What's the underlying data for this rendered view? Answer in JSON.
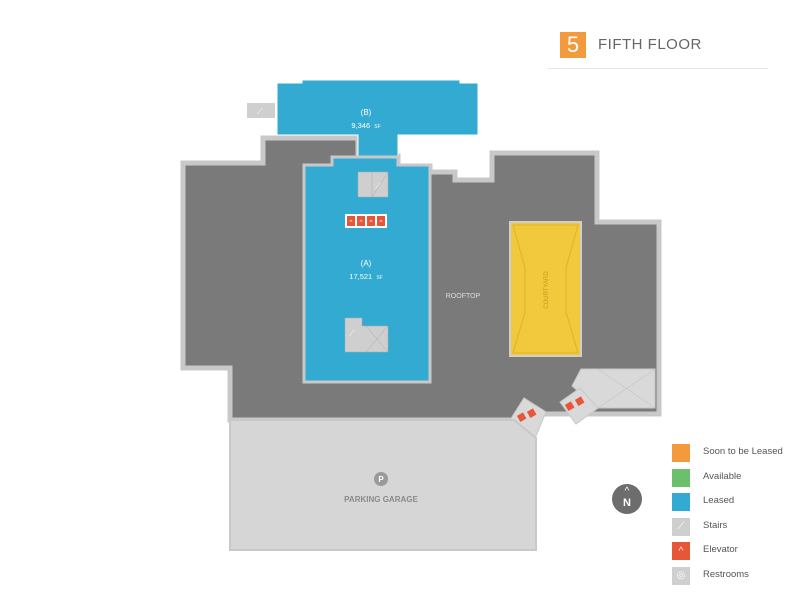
{
  "header": {
    "floor_number": "5",
    "floor_title": "FIFTH FLOOR"
  },
  "map": {
    "suite_b": {
      "label": "(B)",
      "size": "9,346",
      "unit": "SF"
    },
    "suite_a": {
      "label": "(A)",
      "size": "17,521",
      "unit": "SF"
    },
    "rooftop_label": "ROOFTOP",
    "courtyard_label": "COURTYARD",
    "parking_symbol": "P",
    "parking_label": "PARKING GARAGE",
    "compass_arrow": "^",
    "compass_letter": "N"
  },
  "legend": {
    "items": [
      {
        "label": "Soon to be Leased",
        "color": "#f39a3c",
        "icon": "swatch"
      },
      {
        "label": "Available",
        "color": "#6cc06c",
        "icon": "swatch"
      },
      {
        "label": "Leased",
        "color": "#33aad2",
        "icon": "swatch"
      },
      {
        "label": "Stairs",
        "color": "#cfcfcf",
        "icon": "stairs-icon"
      },
      {
        "label": "Elevator",
        "color": "#e8563a",
        "icon": "elevator-icon"
      },
      {
        "label": "Restrooms",
        "color": "#cfcfcf",
        "icon": "restroom-icon"
      }
    ]
  },
  "colors": {
    "rooftop": "#7a7a7a",
    "leased": "#33aad2",
    "courtyard": "#f2c83c",
    "parking": "#d6d6d6",
    "outline": "#c8c8c8",
    "elevator": "#e8563a"
  }
}
